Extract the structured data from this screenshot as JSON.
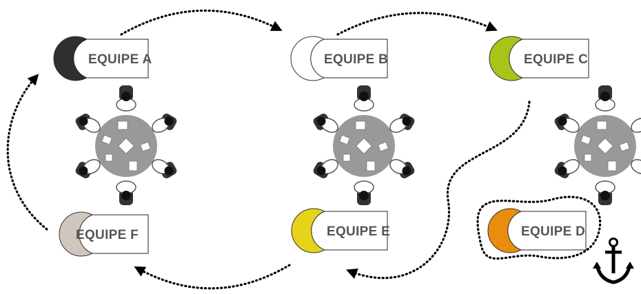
{
  "teams": [
    {
      "id": "a",
      "label": "EQUIPE A",
      "color": "#2f2f2f"
    },
    {
      "id": "b",
      "label": "EQUIPE B",
      "color": "#ffffff"
    },
    {
      "id": "c",
      "label": "EQUIPE C",
      "color": "#a8c41b"
    },
    {
      "id": "d",
      "label": "EQUIPE D",
      "color": "#e98d0f"
    },
    {
      "id": "e",
      "label": "EQUIPE E",
      "color": "#e6d31a"
    },
    {
      "id": "f",
      "label": "EQUIPE F",
      "color": "#cfc7bd"
    }
  ],
  "icons": {
    "rotation_arrows": "dotted-arrow-icon",
    "tables": "round-table-meeting-icon",
    "anchor": "anchor-icon"
  }
}
